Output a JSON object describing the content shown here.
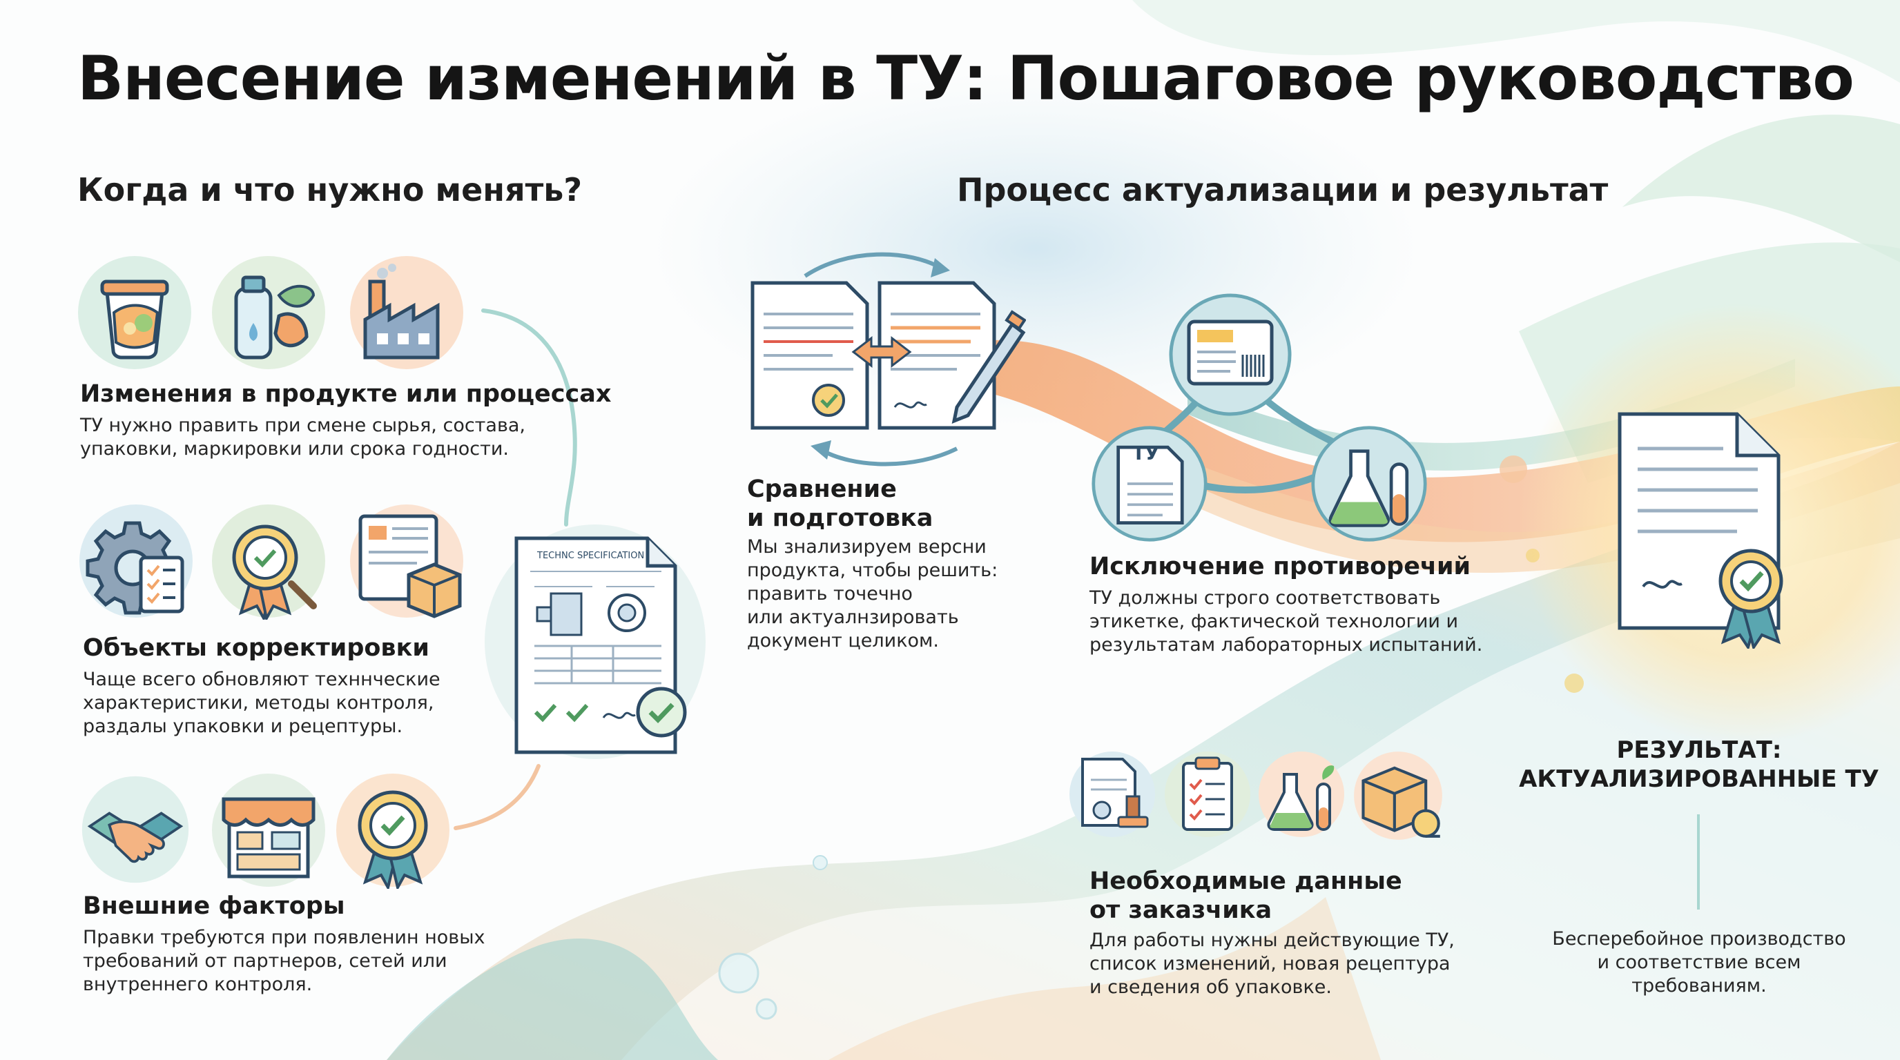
{
  "title": "Внесение изменений в ТУ: Пошаговое руководство",
  "left_section": {
    "heading": "Когда и что нужно менять?",
    "items": [
      {
        "heading": "Изменения в продукте или процессах",
        "text": [
          "ТУ нужно править при смене сырья, состава,",
          "упаковки, маркировки или срока годности."
        ],
        "icons": [
          "packaged-food-cup-icon",
          "bottle-and-leaf-icon",
          "factory-icon"
        ]
      },
      {
        "heading": "Объекты корректировки",
        "text": [
          "Чаще всего обновляют техннческие",
          "характеристики, методы контроля,",
          "раздалы упаковки и рецептуры."
        ],
        "icons": [
          "gear-checklist-icon",
          "quality-badge-magnifier-icon",
          "document-box-icon"
        ]
      },
      {
        "heading": "Внешние факторы",
        "text": [
          "Правки требуются при появленин новых",
          "требований от партнеров, сетей или",
          "внутреннего контроля."
        ],
        "icons": [
          "handshake-icon",
          "store-icon",
          "certified-badge-icon"
        ]
      }
    ],
    "spec_document": {
      "label": "TECHNC SPECIFICATION",
      "icon": "technical-specification-document-icon"
    }
  },
  "right_section": {
    "heading": "Процесс актуализации и результат",
    "compare": {
      "heading": [
        "Сравнение",
        "и подготовка"
      ],
      "text": [
        "Мы знализируем версни",
        "продукта, чтобы решить:",
        "править точечно",
        "или актуалнзировать",
        "документ целиком."
      ],
      "icon": "document-comparison-icon"
    },
    "contradictions": {
      "heading": "Исключение противоречий",
      "text": [
        "ТУ должны строго соответствовать",
        "этикетке, фактической технологии и",
        "результатам лабораторных испытаний."
      ],
      "tu_label": "ТУ",
      "icons": [
        "product-label-icon",
        "tu-document-icon",
        "lab-flasks-icon"
      ]
    },
    "customer_data": {
      "heading": [
        "Необходимые данные",
        "от заказчика"
      ],
      "text": [
        "Для работы нужны действующие ТУ,",
        "список изменений, новая рецептура",
        "и сведения об упаковке."
      ],
      "icons": [
        "stamped-document-icon",
        "checklist-clipboard-icon",
        "recipe-flask-icon",
        "package-measure-icon"
      ]
    },
    "result": {
      "heading": [
        "РЕЗУЛЬТАТ:",
        "АКТУАЛИЗИРОВАННЫЕ ТУ"
      ],
      "text": [
        "Бесперебойное производство",
        "и соответствие всем",
        "требованиям."
      ],
      "icon": "approved-document-icon"
    }
  },
  "colors": {
    "orange": "#f2a56a",
    "teal": "#5aa6b0",
    "blue": "#2d5a7e",
    "green": "#4f9a5f",
    "mint": "#d8ece4",
    "peach": "#fbd9c2",
    "gold": "#f4c45c"
  }
}
